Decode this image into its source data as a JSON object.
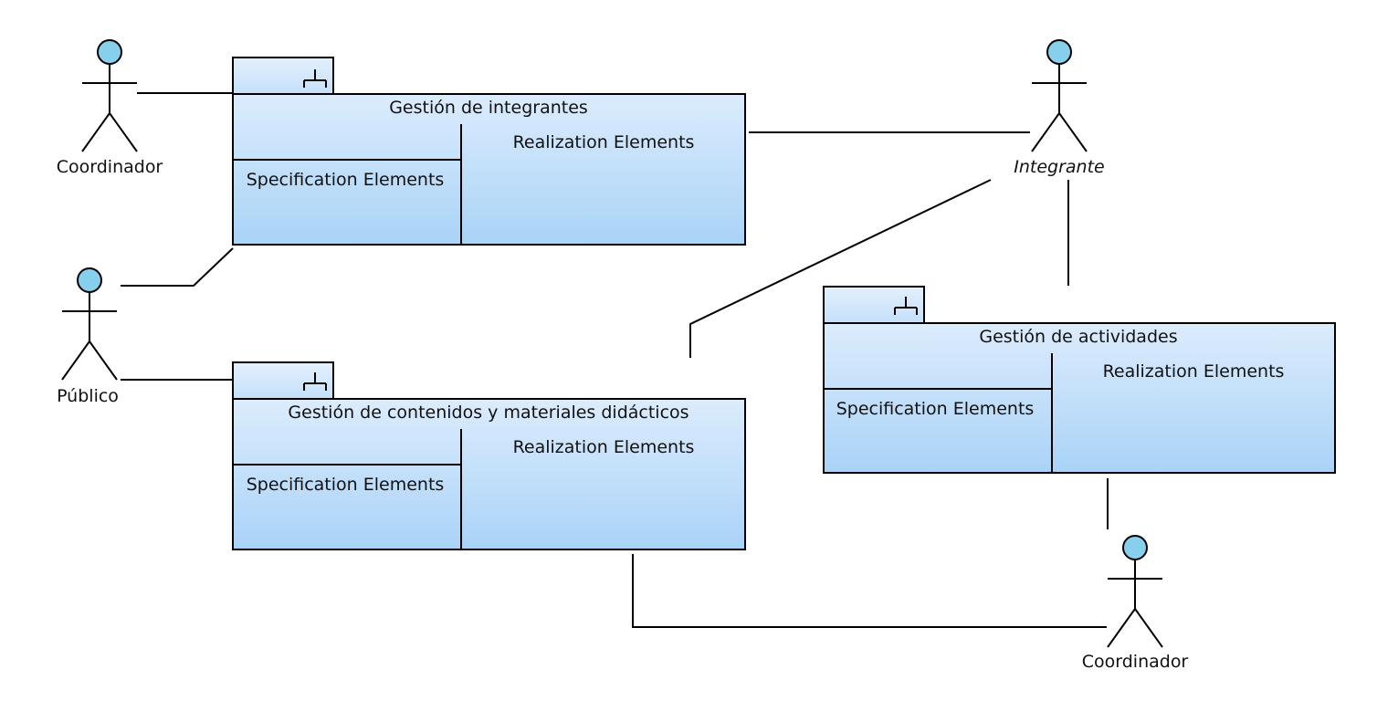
{
  "packages": [
    {
      "name": "Gestión de integrantes",
      "specification_label": "Specification Elements",
      "realization_label": "Realization Elements"
    },
    {
      "name": "Gestión de contenidos y materiales didácticos",
      "specification_label": "Specification Elements",
      "realization_label": "Realization Elements"
    },
    {
      "name": "Gestión de actividades",
      "specification_label": "Specification Elements",
      "realization_label": "Realization Elements"
    }
  ],
  "actors": [
    {
      "name": "Coordinador"
    },
    {
      "name": "Público"
    },
    {
      "name": "Integrante"
    },
    {
      "name": "Coordinador"
    }
  ],
  "colors": {
    "package_fill_top": "#dcecfd",
    "package_fill_bottom": "#a9d3f7",
    "actor_head": "#86d0ee"
  }
}
